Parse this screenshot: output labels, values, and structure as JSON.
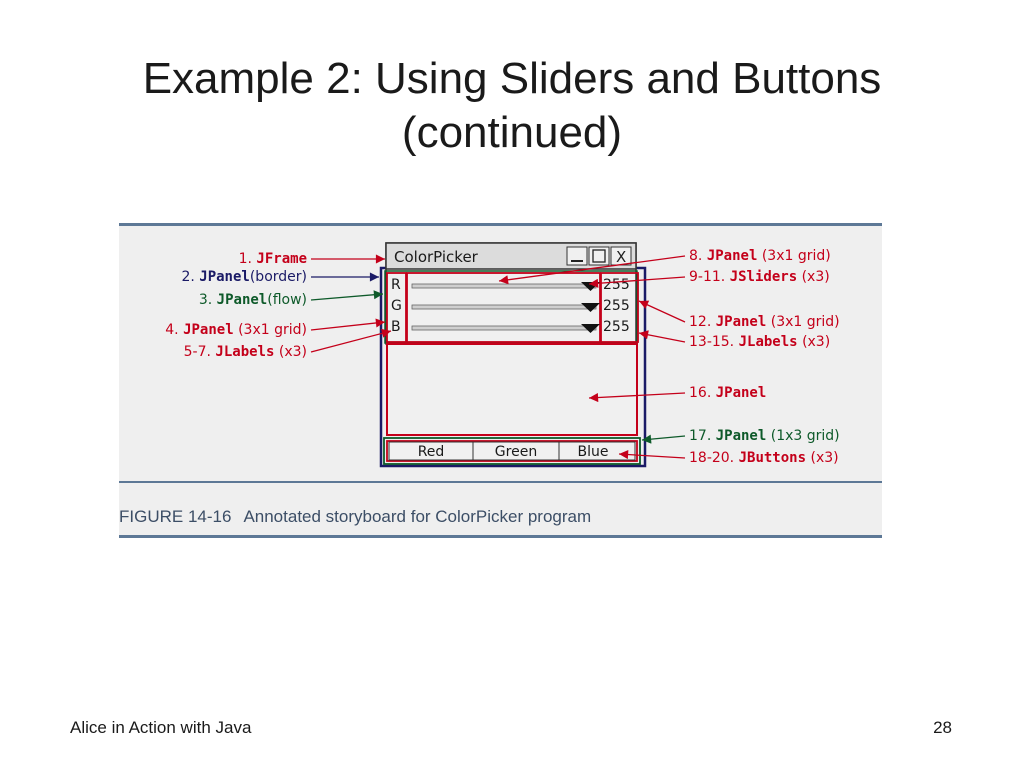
{
  "slide": {
    "title_line1": "Example 2: Using Sliders and Buttons",
    "title_line2": "(continued)",
    "footer_text": "Alice in Action with Java",
    "page_number": "28"
  },
  "figure": {
    "caption_number": "FIGURE 14-16",
    "caption_text": "Annotated storyboard for ColorPicker program",
    "window": {
      "title": "ColorPicker",
      "minimize_glyph": "_",
      "maximize_glyph": "☐",
      "close_glyph": "X",
      "slider_rows": [
        {
          "label": "R",
          "value": "255"
        },
        {
          "label": "G",
          "value": "255"
        },
        {
          "label": "B",
          "value": "255"
        }
      ],
      "buttons": [
        "Red",
        "Green",
        "Blue"
      ]
    },
    "annotations": {
      "a1_num": "1.",
      "a1_code": "JFrame",
      "a1_text": "",
      "a2_num": "2.",
      "a2_code": "JPanel",
      "a2_text": "(border)",
      "a3_num": "3.",
      "a3_code": "JPanel",
      "a3_text": "(flow)",
      "a4_num": "4.",
      "a4_code": "JPanel",
      "a4_text": "(3x1 grid)",
      "a5_num": "5-7.",
      "a5_code": "JLabels",
      "a5_text": "(x3)",
      "a8_num": "8.",
      "a8_code": "JPanel",
      "a8_text": "(3x1 grid)",
      "a9_num": "9-11.",
      "a9_code": "JSliders",
      "a9_text": "(x3)",
      "a12_num": "12.",
      "a12_code": "JPanel",
      "a12_text": "(3x1 grid)",
      "a13_num": "13-15.",
      "a13_code": "JLabels",
      "a13_text": "(x3)",
      "a16_num": "16.",
      "a16_code": "JPanel",
      "a16_text": "",
      "a17_num": "17.",
      "a17_code": "JPanel",
      "a17_text": "(1x3 grid)",
      "a18_num": "18-20.",
      "a18_code": "JButtons",
      "a18_text": "(x3)"
    },
    "colors": {
      "red": "#c4001a",
      "navy": "#1a1a66",
      "green": "#0e5a2a",
      "window_bg": "#f0f0f0"
    }
  }
}
